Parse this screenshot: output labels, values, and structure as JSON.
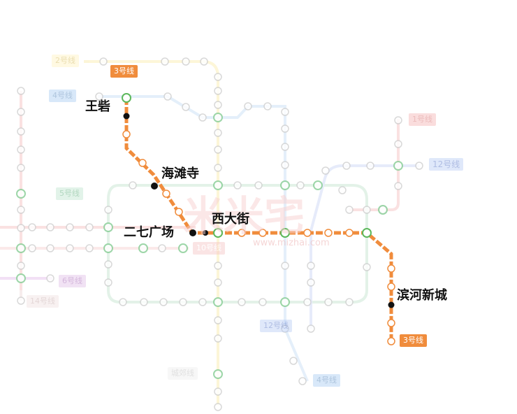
{
  "map": {
    "line_tags": [
      {
        "id": "l3-top",
        "label": "3号线"
      },
      {
        "id": "l3-bottom",
        "label": "3号线"
      },
      {
        "id": "l4-top",
        "label": "4号线"
      },
      {
        "id": "l4-bottom",
        "label": "4号线"
      },
      {
        "id": "l1",
        "label": "1号线"
      },
      {
        "id": "l12-right",
        "label": "12号线"
      },
      {
        "id": "l12-bottom",
        "label": "12号线"
      },
      {
        "id": "l5",
        "label": "5号线"
      },
      {
        "id": "l6",
        "label": "6号线"
      },
      {
        "id": "l14",
        "label": "14号线"
      },
      {
        "id": "l10",
        "label": "10号线"
      },
      {
        "id": "l2",
        "label": "2号线"
      },
      {
        "id": "lc",
        "label": "城郊线"
      }
    ],
    "highlighted_line": {
      "name": "3号线",
      "color": "#f08c3c"
    },
    "stations": [
      {
        "id": "wangzhai",
        "label": "王砦"
      },
      {
        "id": "haitansi",
        "label": "海滩寺"
      },
      {
        "id": "erqiguangchang",
        "label": "二七广场"
      },
      {
        "id": "xidajie",
        "label": "西大街"
      },
      {
        "id": "binhexincheng",
        "label": "滨河新城"
      }
    ],
    "watermark": {
      "text": "米米宅",
      "url": "www.mizhai.com"
    }
  }
}
